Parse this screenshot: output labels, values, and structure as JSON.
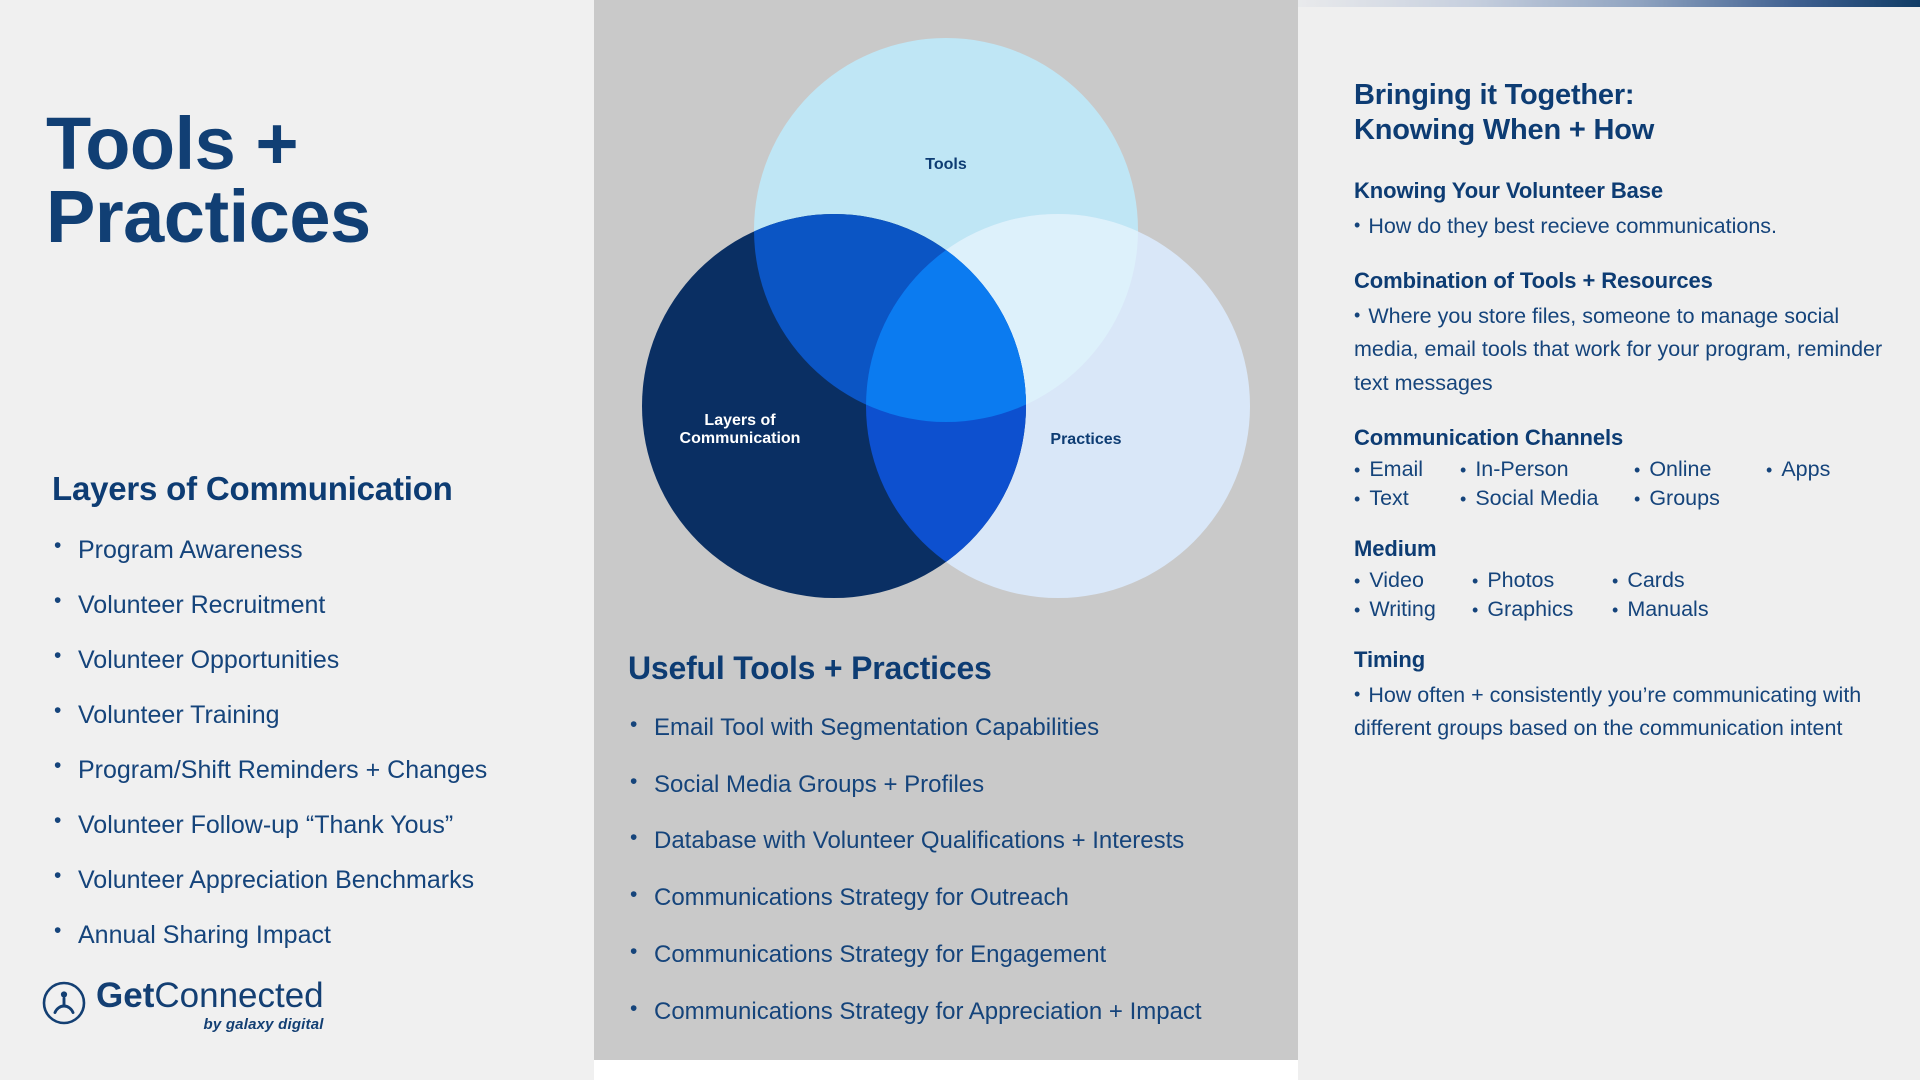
{
  "colors": {
    "navy": "#0d3c73",
    "body_blue": "#15447b",
    "panel_gray": "#c9c9c9",
    "panel_light": "#f0f0f0",
    "venn_tools": "#bfe6f5",
    "venn_practices": "#d9e7f8",
    "venn_layers": "#0a2f63",
    "accent_blue": "#0d6efd"
  },
  "left": {
    "title_line1": "Tools +",
    "title_line2": "Practices",
    "section_title": "Layers of Communication",
    "items": [
      "Program Awareness",
      "Volunteer Recruitment",
      "Volunteer Opportunities",
      "Volunteer Training",
      "Program/Shift Reminders + Changes",
      "Volunteer Follow-up “Thank Yous”",
      "Volunteer Appreciation Benchmarks",
      "Annual Sharing Impact"
    ],
    "logo": {
      "word_bold": "Get",
      "word_thin": "Connected",
      "tagline": "by galaxy digital",
      "icon": "person-in-circle-icon"
    }
  },
  "center": {
    "venn": {
      "circle_tools": "Tools",
      "circle_layers_line1": "Layers of",
      "circle_layers_line2": "Communication",
      "circle_practices": "Practices"
    },
    "section_title": "Useful Tools + Practices",
    "items": [
      "Email Tool with Segmentation Capabilities",
      "Social Media Groups + Profiles",
      "Database with Volunteer Qualifications + Interests",
      "Communications Strategy for Outreach",
      "Communications Strategy for Engagement",
      "Communications Strategy for Appreciation + Impact"
    ]
  },
  "right": {
    "title_line1": "Bringing it Together:",
    "title_line2": "Knowing When + How",
    "sections": [
      {
        "heading": "Knowing Your Volunteer Base",
        "body": "How do they best recieve communications."
      },
      {
        "heading": "Combination of Tools + Resources",
        "body": "Where you store files, someone to manage social media, email tools that work for your program, reminder text messages"
      }
    ],
    "channels": {
      "heading": "Communication Channels",
      "row1": [
        "Email",
        "In-Person",
        "Online",
        "Apps"
      ],
      "row2": [
        "Text",
        "Social Media",
        "Groups"
      ]
    },
    "medium": {
      "heading": "Medium",
      "row1": [
        "Video",
        "Photos",
        "Cards"
      ],
      "row2": [
        "Writing",
        "Graphics",
        "Manuals"
      ]
    },
    "timing": {
      "heading": "Timing",
      "body": "How often + consistently you’re communicating with different groups based on the communication intent"
    }
  },
  "chart_data": {
    "type": "venn",
    "title": "Tools + Practices Venn",
    "sets": [
      {
        "name": "Tools",
        "color": "#bfe6f5",
        "position": "top"
      },
      {
        "name": "Layers of Communication",
        "color": "#0a2f63",
        "position": "bottom-left"
      },
      {
        "name": "Practices",
        "color": "#d9e7f8",
        "position": "bottom-right"
      }
    ],
    "overlaps": [
      {
        "sets": [
          "Tools",
          "Layers of Communication"
        ],
        "color": "#0b55c4"
      },
      {
        "sets": [
          "Tools",
          "Practices"
        ],
        "color": "#ddf1fb"
      },
      {
        "sets": [
          "Layers of Communication",
          "Practices"
        ],
        "color": "#0d50cf"
      },
      {
        "sets": [
          "Tools",
          "Layers of Communication",
          "Practices"
        ],
        "color": "#0b7bf0"
      }
    ]
  }
}
